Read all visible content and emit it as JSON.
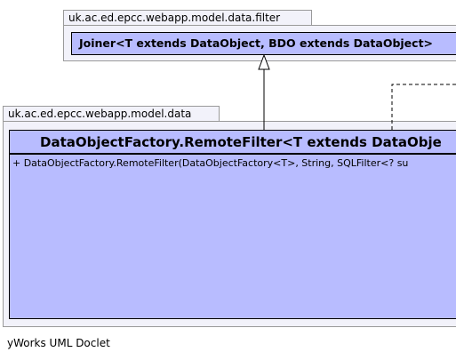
{
  "packages": [
    {
      "name": "uk.ac.ed.epcc.webapp.model.data.filter"
    },
    {
      "name": "uk.ac.ed.epcc.webapp.model.data"
    }
  ],
  "classes": {
    "joiner": {
      "name": "Joiner<T extends DataObject, BDO extends DataObject>"
    },
    "remote_filter": {
      "name": "DataObjectFactory.RemoteFilter<T extends DataObje",
      "members": [
        "+ DataObjectFactory.RemoteFilter(DataObjectFactory<T>, String, SQLFilter<? su"
      ]
    }
  },
  "footer": "yWorks UML Doclet",
  "colors": {
    "package_fill": "#f2f2fa",
    "class_fill": "#b8bcff",
    "border": "#000000"
  },
  "relations": [
    {
      "type": "realization",
      "from": "remote_filter",
      "to": "joiner"
    },
    {
      "type": "dependency",
      "from": "remote_filter",
      "to": "offscreen"
    }
  ]
}
